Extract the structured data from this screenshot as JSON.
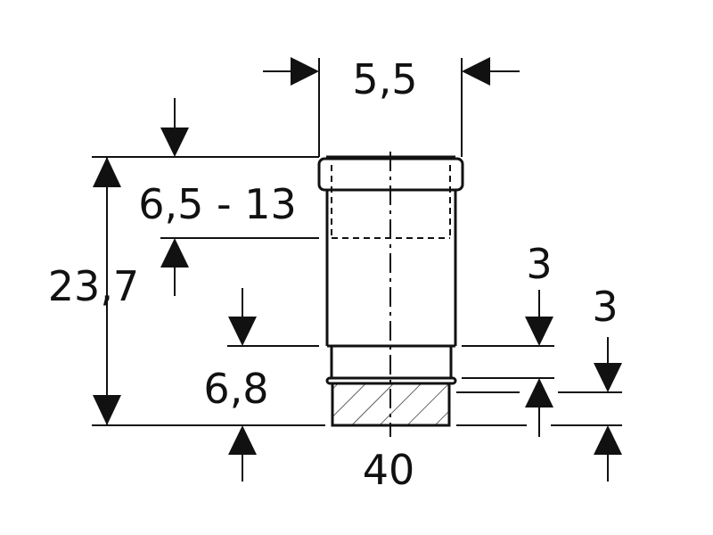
{
  "drawing": {
    "dimensions": {
      "top_width": "5,5",
      "socket_depth": "6,5 - 13",
      "total_height": "23,7",
      "spigot_height": "6,8",
      "diameter": "40",
      "gap_upper": "3",
      "gap_lower": "3"
    },
    "colors": {
      "line": "#111111",
      "background": "#ffffff"
    }
  }
}
